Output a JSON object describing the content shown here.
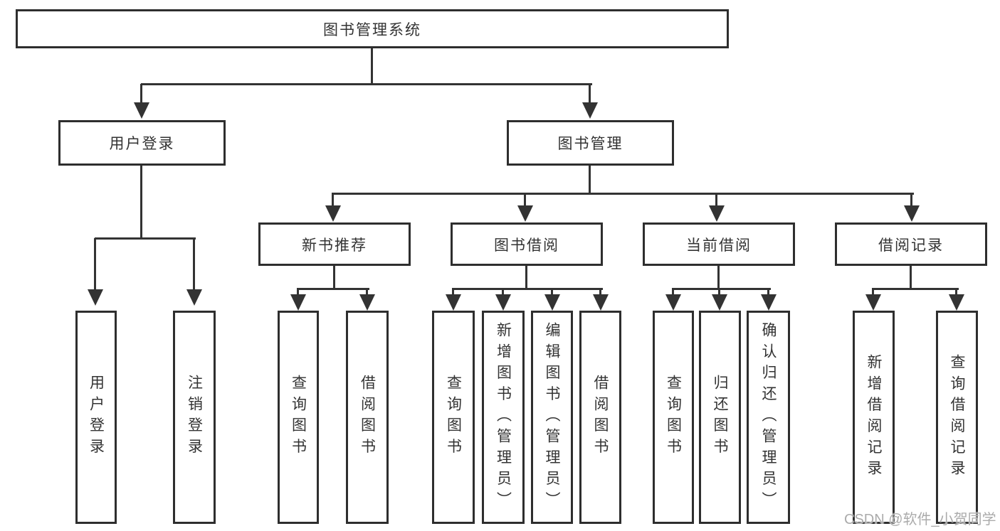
{
  "colors": {
    "background": "#ffffff",
    "line": "#333333",
    "box_border": "#2e2e2e",
    "text": "#333333",
    "watermark": "#ababab"
  },
  "tree": {
    "label": "图书管理系统",
    "children": [
      {
        "label": "用户登录",
        "children": [
          {
            "label": "用户登录"
          },
          {
            "label": "注销登录"
          }
        ]
      },
      {
        "label": "图书管理",
        "children": [
          {
            "label": "新书推荐",
            "children": [
              {
                "label": "查询图书"
              },
              {
                "label": "借阅图书"
              }
            ]
          },
          {
            "label": "图书借阅",
            "children": [
              {
                "label": "查询图书"
              },
              {
                "label": "新增图书（管理员）"
              },
              {
                "label": "编辑图书（管理员）"
              },
              {
                "label": "借阅图书"
              }
            ]
          },
          {
            "label": "当前借阅",
            "children": [
              {
                "label": "查询图书"
              },
              {
                "label": "归还图书"
              },
              {
                "label": "确认归还（管理员）"
              }
            ]
          },
          {
            "label": "借阅记录",
            "children": [
              {
                "label": "新增借阅记录"
              },
              {
                "label": "查询借阅记录"
              }
            ]
          }
        ]
      }
    ]
  },
  "watermark": {
    "text": "CSDN @软件_小贺同学"
  }
}
